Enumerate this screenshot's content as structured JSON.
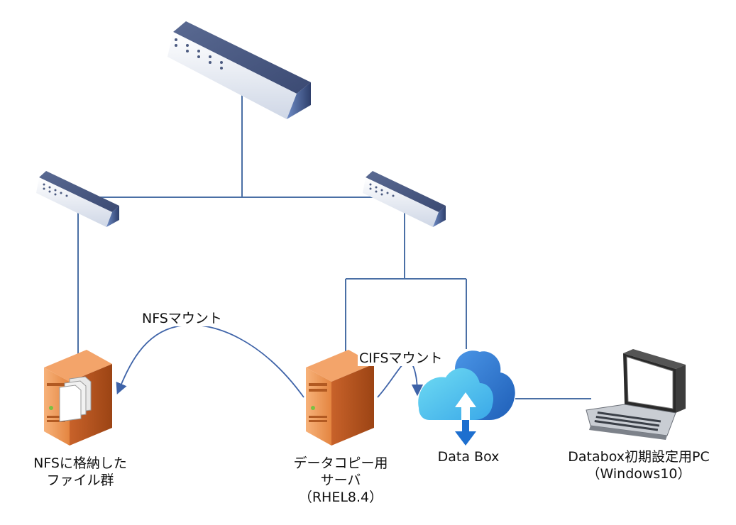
{
  "labels": {
    "nfs_mount": "NFSマウント",
    "cifs_mount": "CIFSマウント",
    "nfs_files": [
      "NFSに格納した",
      "ファイル群"
    ],
    "copy_server": [
      "データコピー用",
      "サーバ",
      "（RHEL8.4）"
    ],
    "data_box": "Data Box",
    "setup_pc": [
      "Databox初期設定用PC",
      "（Windows10）"
    ]
  },
  "icons": {
    "core_switch": "network-switch-icon",
    "left_switch": "network-switch-icon",
    "right_switch": "network-switch-icon",
    "nfs_server": "server-with-files-icon",
    "copy_server": "server-tower-icon",
    "data_box": "azure-data-box-cloud-icon",
    "setup_pc": "laptop-icon"
  },
  "colors": {
    "line": "#4a6fa5",
    "switch_top": "#4c5d88",
    "switch_face": "#7a93c8",
    "server_orange": "#e0823a",
    "cloud_light": "#5fd3ef",
    "cloud_dark": "#2f7fd6",
    "arrow_blue": "#1d6fcf"
  }
}
